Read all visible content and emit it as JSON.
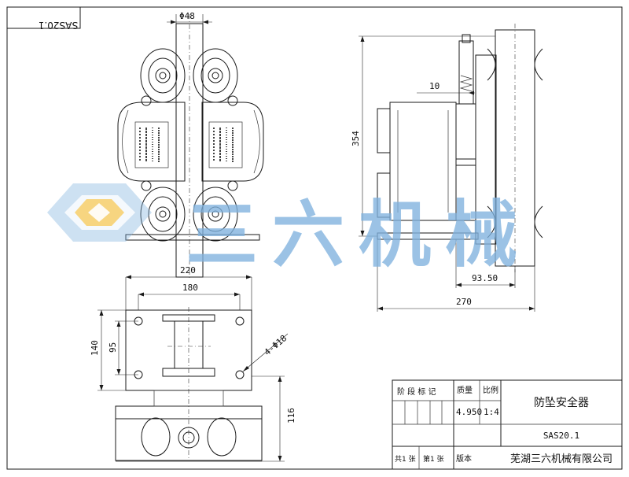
{
  "drawing": {
    "mirrored_code": "SAS20.1",
    "dimensions": {
      "top_diameter": "Φ48",
      "width_220": "220",
      "width_180": "180",
      "height_140": "140",
      "height_95": "95",
      "holes": "4-Φ18",
      "height_116": "116",
      "height_354": "354",
      "offset_10": "10",
      "offset_9350": "93.50",
      "width_270": "270"
    },
    "watermark": "三六机械"
  },
  "title_block": {
    "hdr_stage": "阶 段 标 记",
    "hdr_weight": "质量",
    "hdr_scale": "比例",
    "weight": "4.950",
    "scale": "1:4",
    "name": "防坠安全器",
    "code": "SAS20.1",
    "sheets_total": "共1 张",
    "sheet_no": "第1 张",
    "version": "版本",
    "company": "芜湖三六机械有限公司"
  }
}
